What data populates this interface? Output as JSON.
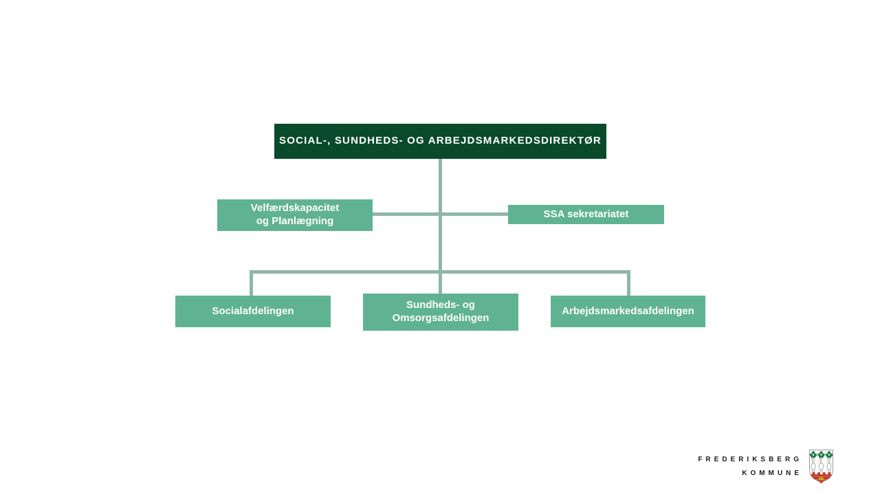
{
  "page": {
    "background_color": "#ffffff"
  },
  "org_chart": {
    "colors": {
      "director_box_bg": "#094a2b",
      "department_box_bg": "#5fb392",
      "connector_line": "#8fb6a8",
      "box_text": "#ffffff"
    },
    "director": {
      "label": "SOCIAL-, SUNDHEDS- OG ARBEJDSMARKEDSDIREKTØR"
    },
    "staff_units": [
      {
        "label": "Velfærdskapacitet\nog Planlægning"
      },
      {
        "label": "SSA sekretariatet"
      }
    ],
    "departments": [
      {
        "label": "Socialafdelingen"
      },
      {
        "label": "Sundheds- og\nOmsorgsafdelingen"
      },
      {
        "label": "Arbejdsmarkedsafdelingen"
      }
    ]
  },
  "footer_logo": {
    "municipality_name_line1": "FREDERIKSBERG",
    "municipality_name_line2": "KOMMUNE",
    "coat_of_arms": "frederiksberg-coat-of-arms",
    "colors": {
      "text": "#1c1c1c",
      "shield_outline": "#9a9a9a",
      "wall_red": "#bf3a2b",
      "tree_green": "#1e7a43",
      "crown_gold": "#d9a520"
    }
  }
}
